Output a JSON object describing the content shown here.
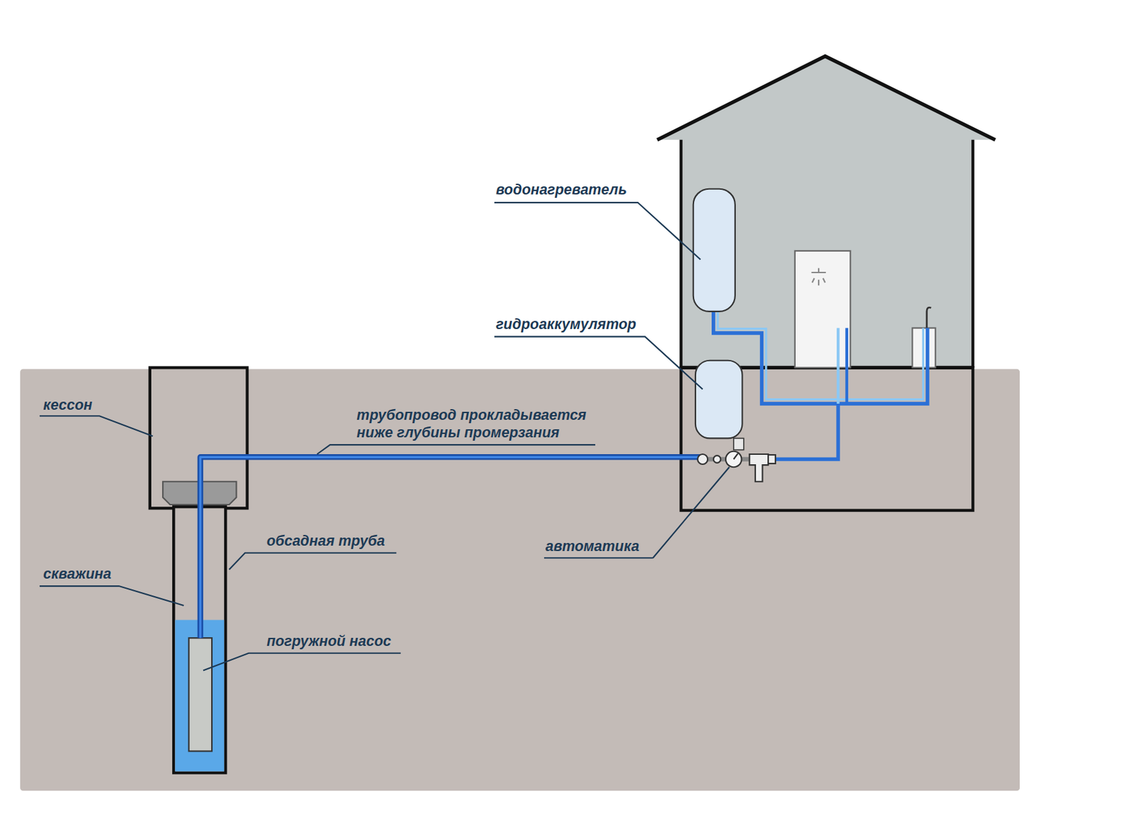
{
  "diagram": {
    "labels": [
      "водонагреватель",
      "гидроаккумулятор",
      "кессон",
      "трубопровод прокладывается ниже глубины промерзания",
      "обсадная труба",
      "скважина",
      "погружной насос",
      "автоматика"
    ]
  }
}
